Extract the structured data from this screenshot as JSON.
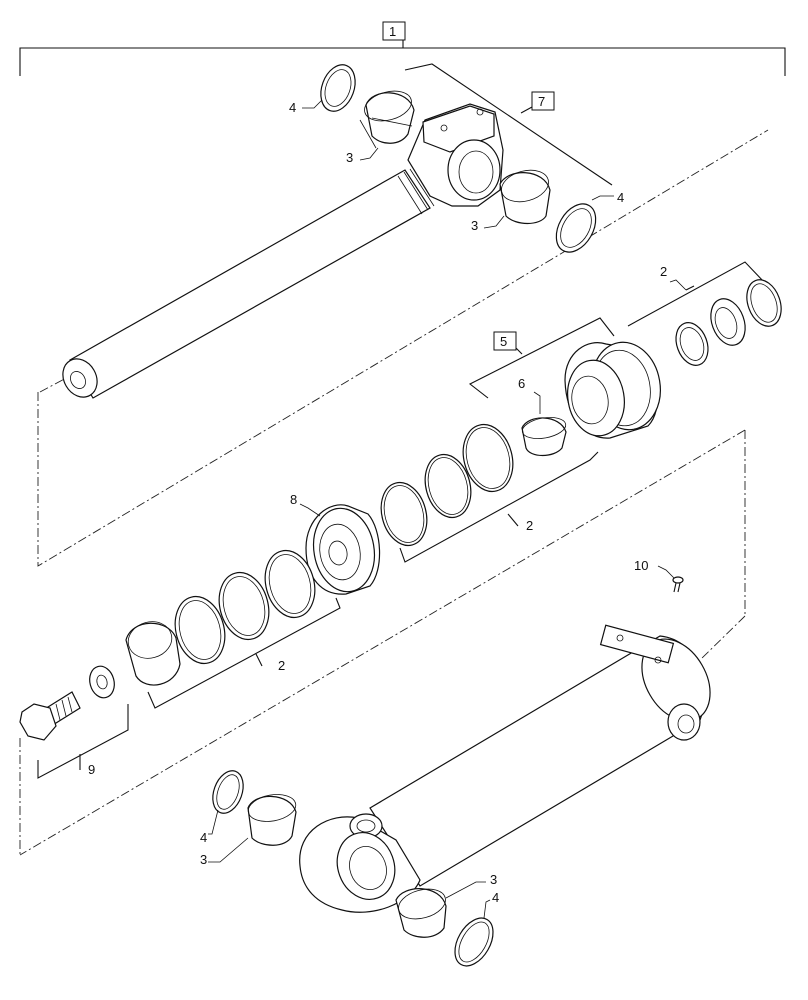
{
  "callouts": {
    "assembly": "1",
    "rod_assembly": "7",
    "gland_assembly": "5",
    "seal_kit_a": "2",
    "seal_kit_b": "2",
    "seal_kit_c": "2",
    "bushing_rod_upper": "3",
    "bushing_rod_lower": "3",
    "bushing_barrel_left": "3",
    "bushing_barrel_right": "3",
    "snap_ring_rod_upper": "4",
    "snap_ring_rod_lower": "4",
    "snap_ring_barrel_left": "4",
    "snap_ring_barrel_right": "4",
    "wear_ring": "6",
    "piston": "8",
    "bolt_kit": "9",
    "fitting": "10"
  }
}
